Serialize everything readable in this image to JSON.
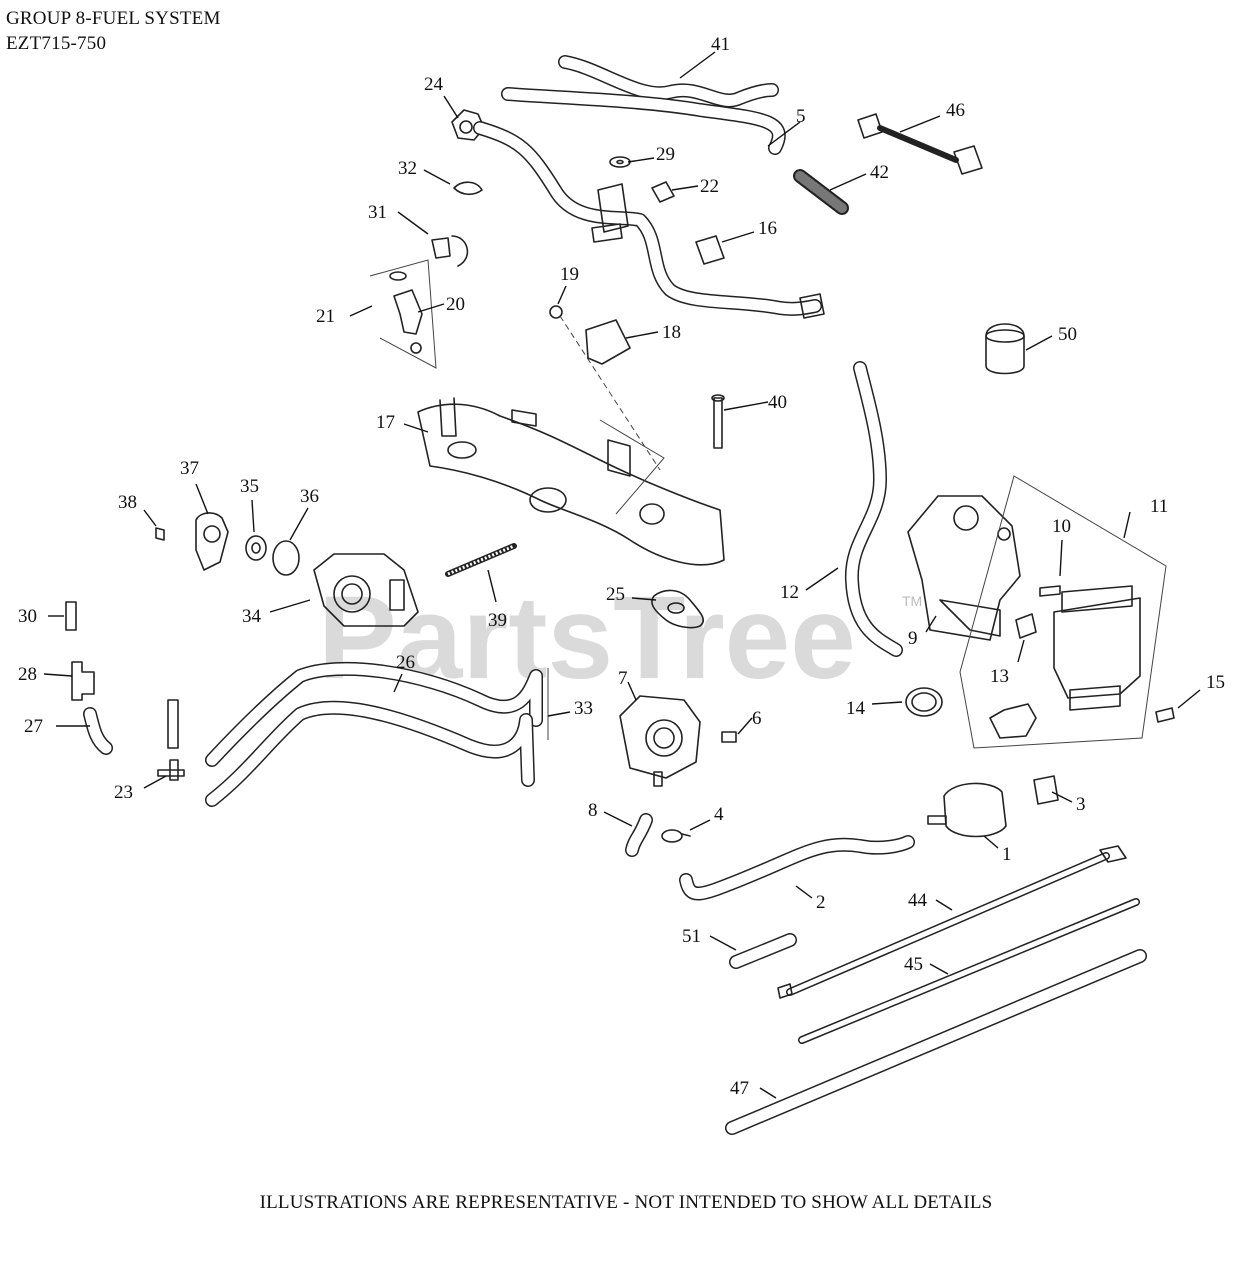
{
  "header": {
    "line1": "GROUP 8-FUEL SYSTEM",
    "line2": "EZT715-750"
  },
  "watermark": {
    "text": "PartsTree",
    "trademark": "TM"
  },
  "footer": {
    "text": "ILLUSTRATIONS ARE REPRESENTATIVE - NOT INTENDED TO SHOW ALL DETAILS"
  },
  "callouts": {
    "c1": "1",
    "c2": "2",
    "c3": "3",
    "c4": "4",
    "c5": "5",
    "c6": "6",
    "c7": "7",
    "c8": "8",
    "c9": "9",
    "c10": "10",
    "c11": "11",
    "c12": "12",
    "c13": "13",
    "c14": "14",
    "c15": "15",
    "c16": "16",
    "c17": "17",
    "c18": "18",
    "c19": "19",
    "c20": "20",
    "c21": "21",
    "c22": "22",
    "c23": "23",
    "c24": "24",
    "c25": "25",
    "c26": "26",
    "c27": "27",
    "c28": "28",
    "c29": "29",
    "c30": "30",
    "c31": "31",
    "c32": "32",
    "c33": "33",
    "c34": "34",
    "c35": "35",
    "c36": "36",
    "c37": "37",
    "c38": "38",
    "c39": "39",
    "c40": "40",
    "c41": "41",
    "c42": "42",
    "c44": "44",
    "c45": "45",
    "c46": "46",
    "c47": "47",
    "c50": "50",
    "c51": "51"
  }
}
